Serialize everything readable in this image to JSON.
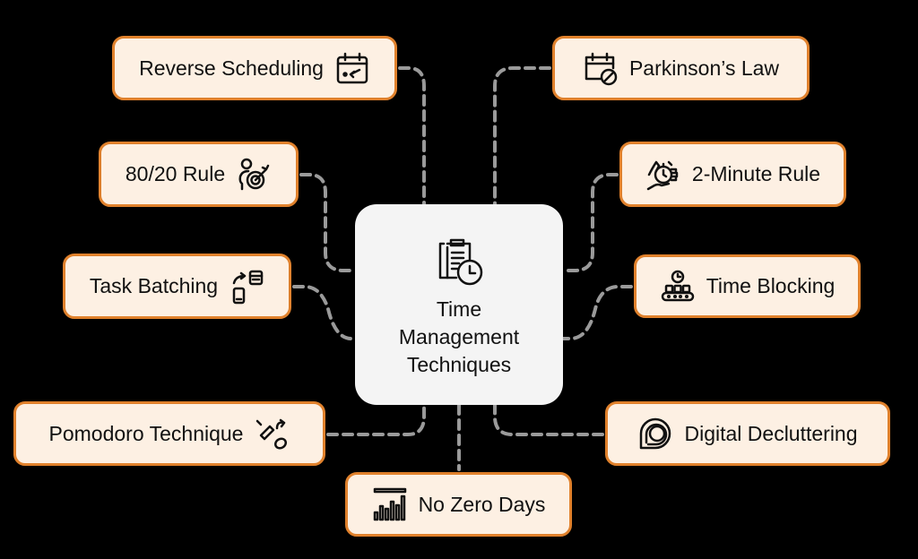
{
  "diagram": {
    "center": {
      "title_lines": [
        "Time",
        "Management",
        "Techniques"
      ],
      "icon": "clipboard-clock-icon"
    },
    "nodes": [
      {
        "id": "reverse-scheduling",
        "label": "Reverse Scheduling",
        "icon": "calendar-arrow-icon",
        "side": "left"
      },
      {
        "id": "80-20-rule",
        "label": "80/20 Rule",
        "icon": "person-target-icon",
        "side": "left"
      },
      {
        "id": "task-batching",
        "label": "Task Batching",
        "icon": "phone-calculator-swap-icon",
        "side": "left"
      },
      {
        "id": "pomodoro-technique",
        "label": "Pomodoro Technique",
        "icon": "pen-rotate-icon",
        "side": "left"
      },
      {
        "id": "no-zero-days",
        "label": "No Zero Days",
        "icon": "bar-chart-icon",
        "side": "bottom"
      },
      {
        "id": "parkinsons-law",
        "label": "Parkinson’s Law",
        "icon": "calendar-blocked-icon",
        "side": "right"
      },
      {
        "id": "2-minute-rule",
        "label": "2-Minute Rule",
        "icon": "hand-stopwatch-icon",
        "side": "right"
      },
      {
        "id": "time-blocking",
        "label": "Time Blocking",
        "icon": "clock-conveyor-icon",
        "side": "right"
      },
      {
        "id": "digital-decluttering",
        "label": "Digital Decluttering",
        "icon": "chat-bubbles-icon",
        "side": "right"
      }
    ]
  },
  "colors": {
    "background": "#000000",
    "node_fill": "#fdf0e3",
    "node_border": "#e0812c",
    "center_fill": "#f4f4f4",
    "connector": "#999999",
    "text": "#111111"
  }
}
